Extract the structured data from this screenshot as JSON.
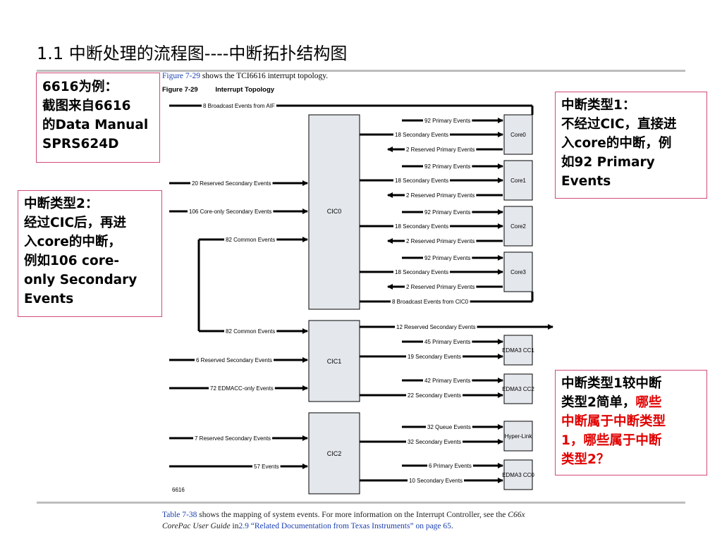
{
  "slide": {
    "title": "1.1 中断处理的流程图----中断拓扑结构图"
  },
  "figure": {
    "intro_ref": "Figure 7-29",
    "intro_text": " shows the TCI6616 interrupt topology.",
    "label": "Figure 7-29",
    "title": "Interrupt Topology",
    "footer_label": "6616",
    "controllers": [
      "CIC0",
      "CIC1",
      "CIC2"
    ],
    "targets": [
      "Core0",
      "Core1",
      "Core2",
      "Core3",
      "EDMA3 CC1",
      "EDMA3 CC2",
      "Hyper-Link",
      "EDMA3 CC0"
    ],
    "inputs": [
      "8 Broadcast Events from AIF",
      "20 Reserved Secondary Events",
      "106 Core-only Secondary Events",
      "82 Common Events",
      "82 Common Events",
      "6 Reserved Secondary Events",
      "72 EDMACC-only Events",
      "7 Reserved Secondary Events",
      "57 Events"
    ],
    "outputs": [
      "92 Primary Events",
      "18 Secondary Events",
      "2 Reserved Primary Events",
      "92 Primary Events",
      "18 Secondary Events",
      "2 Reserved Primary Events",
      "92 Primary Events",
      "18 Secondary Events",
      "2 Reserved Primary Events",
      "92 Primary Events",
      "18 Secondary Events",
      "2 Reserved Primary Events",
      "8 Broadcast Events from CIC0",
      "12 Reserved Secondary Events",
      "45 Primary Events",
      "19 Secondary Events",
      "42 Primary Events",
      "22 Secondary Events",
      "32 Queue Events",
      "32 Secondary Events",
      "6 Primary Events",
      "10 Secondary Events"
    ]
  },
  "caption": {
    "ref": "Table 7-38",
    "text1": " shows the mapping of system events. For more information on the Interrupt Controller, see the ",
    "doc_italic": "C66x",
    "line2_italic": "CorePac User Guide",
    "line2_text": " in",
    "section": "2.9",
    "quote": " “Related Documentation from Texas Instruments” on page 65",
    "end": "."
  },
  "callouts": {
    "example": [
      "6616为例：",
      "截图来自6616",
      "的Data Manual",
      "SPRS624D"
    ],
    "type2": [
      "中断类型2：",
      "经过CIC后，再进",
      "入core的中断，",
      "例如106 core-",
      "only Secondary",
      "Events"
    ],
    "type1": [
      "中断类型1：",
      "不经过CIC，直接进",
      "入core的中断，例",
      "如92 Primary",
      "Events"
    ],
    "question": {
      "line1": "中断类型1较中断",
      "line2_black": "类型2简单，",
      "line2_red": "哪些",
      "line3": "中断属于中断类型",
      "line4": "1，哪些属于中断",
      "line5": "类型2？"
    }
  },
  "colors": {
    "callout_border": "#d24a7a",
    "question_red": "#e00000",
    "link_blue": "#1a3fb0",
    "box_fill": "#e4e7ec"
  }
}
